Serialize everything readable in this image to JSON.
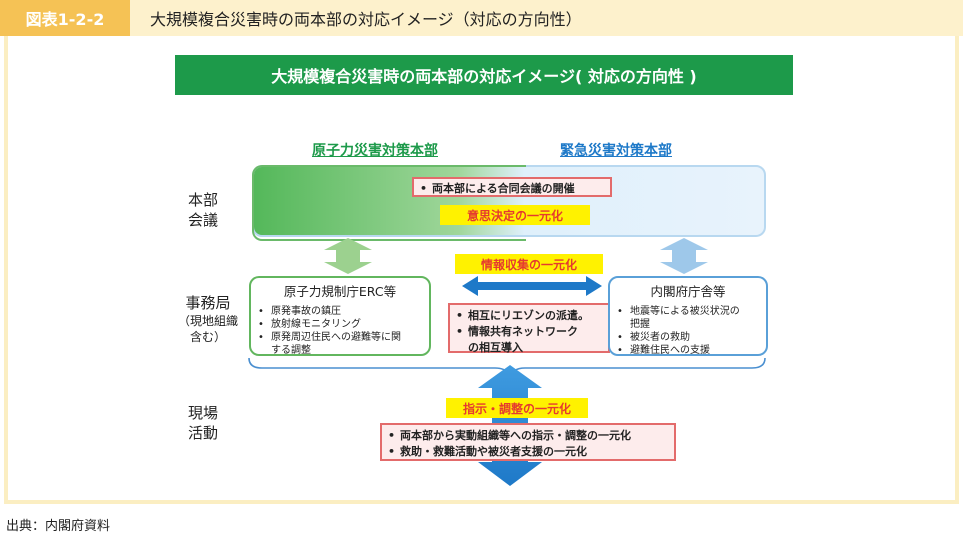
{
  "header": {
    "figure_number": "図表1-2-2",
    "title": "大規模複合災害時の両本部の対応イメージ（対応の方向性）"
  },
  "banner": "大規模複合災害時の両本部の対応イメージ( 対応の方向性 )",
  "columns": {
    "left": "原子力災害対策本部",
    "right": "緊急災害対策本部"
  },
  "rows": {
    "meeting": [
      "本部",
      "会議"
    ],
    "office": [
      "事務局"
    ],
    "office_sub": [
      "（現地組織",
      "含む）"
    ],
    "field": [
      "現場",
      "活動"
    ]
  },
  "meeting": {
    "joint_meeting": "両本部による合同会議の開催",
    "decision": "意思決定の一元化"
  },
  "info_collection": "情報収集の一元化",
  "liaison": {
    "items": [
      "相互にリエゾンの派遣。",
      "情報共有ネットワーク",
      "の相互導入"
    ]
  },
  "erc": {
    "title": "原子力規制庁ERC等",
    "items": [
      "原発事故の鎮圧",
      "放射線モニタリング",
      "原発周辺住民への避難等に関",
      "する調整"
    ]
  },
  "cabinet": {
    "title": "内閣府庁舎等",
    "items": [
      "地震等による被災状況の",
      "把握",
      "被災者の救助",
      "避難住民への支援"
    ]
  },
  "command": "指示・調整の一元化",
  "field_actions": {
    "items": [
      "両本部から実動組織等への指示・調整の一元化",
      "救助・救難活動や被災者支援の一元化"
    ]
  },
  "source": "出典：内閣府資料",
  "colors": {
    "green": "#1d9a4a",
    "blue": "#1e79c8",
    "yellow": "#fff200",
    "red_text": "#e53a2f",
    "header_orange": "#f5c255"
  }
}
